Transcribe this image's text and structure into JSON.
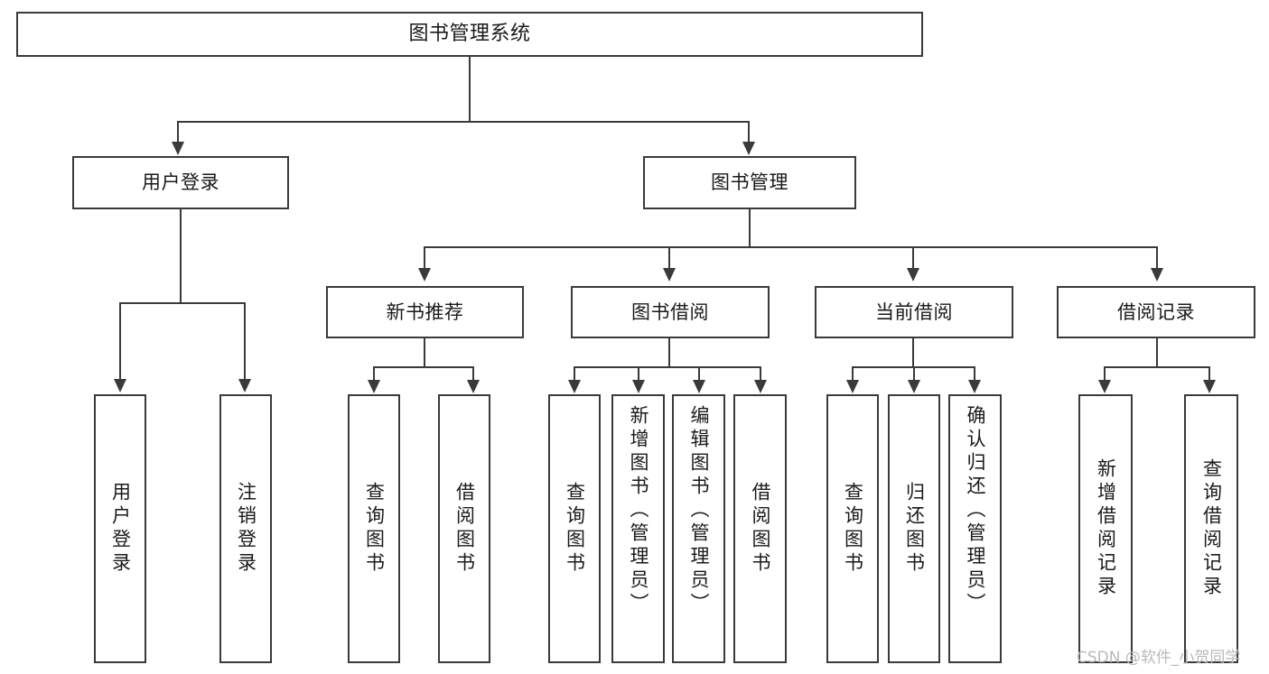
{
  "diagram": {
    "type": "tree-hierarchy-functional-decomposition",
    "root": {
      "label": "图书管理系统"
    },
    "level2": [
      {
        "label": "用户登录"
      },
      {
        "label": "图书管理"
      }
    ],
    "level3": [
      {
        "label": "新书推荐"
      },
      {
        "label": "图书借阅"
      },
      {
        "label": "当前借阅"
      },
      {
        "label": "借阅记录"
      }
    ],
    "leaves": {
      "user_login": [
        {
          "label": "用户登录"
        },
        {
          "label": "注销登录"
        }
      ],
      "new_book_recommend": [
        {
          "label": "查询图书"
        },
        {
          "label": "借阅图书"
        }
      ],
      "book_borrow": [
        {
          "label": "查询图书"
        },
        {
          "label": "新增图书（管理员）"
        },
        {
          "label": "编辑图书（管理员）"
        },
        {
          "label": "借阅图书"
        }
      ],
      "current_borrow": [
        {
          "label": "查询图书"
        },
        {
          "label": "归还图书"
        },
        {
          "label": "确认归还（管理员）"
        }
      ],
      "borrow_record": [
        {
          "label": "新增借阅记录"
        },
        {
          "label": "查询借阅记录"
        }
      ]
    }
  },
  "watermark": {
    "text": "CSDN @软件_小贺同学"
  },
  "colors": {
    "stroke": "#3a3a3a",
    "background": "#ffffff",
    "text": "#1a1a1a",
    "watermark": "#b9b9b9"
  }
}
